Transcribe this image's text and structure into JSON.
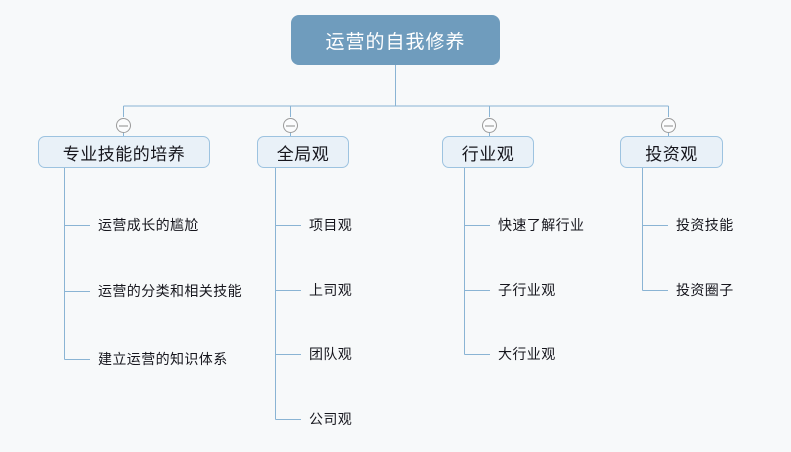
{
  "diagram": {
    "type": "mind-map",
    "background_color": "#f7f9fa",
    "root": {
      "label": "运营的自我修养",
      "fill_color": "#6f9cbd",
      "text_color": "#ffffff"
    },
    "branch_style": {
      "fill_color": "#e9f1f8",
      "border_color": "#9dc3e0",
      "text_color": "#16161d"
    },
    "edge_color": "#8ab4d4",
    "toggle_icon": "collapse-minus-icon",
    "branches": [
      {
        "label": "专业技能的培养",
        "children": [
          {
            "label": "运营成长的尴尬"
          },
          {
            "label": "运营的分类和相关技能"
          },
          {
            "label": "建立运营的知识体系"
          }
        ]
      },
      {
        "label": "全局观",
        "children": [
          {
            "label": "项目观"
          },
          {
            "label": "上司观"
          },
          {
            "label": "团队观"
          },
          {
            "label": "公司观"
          }
        ]
      },
      {
        "label": "行业观",
        "children": [
          {
            "label": "快速了解行业"
          },
          {
            "label": "子行业观"
          },
          {
            "label": "大行业观"
          }
        ]
      },
      {
        "label": "投资观",
        "children": [
          {
            "label": "投资技能"
          },
          {
            "label": "投资圈子"
          }
        ]
      }
    ]
  }
}
